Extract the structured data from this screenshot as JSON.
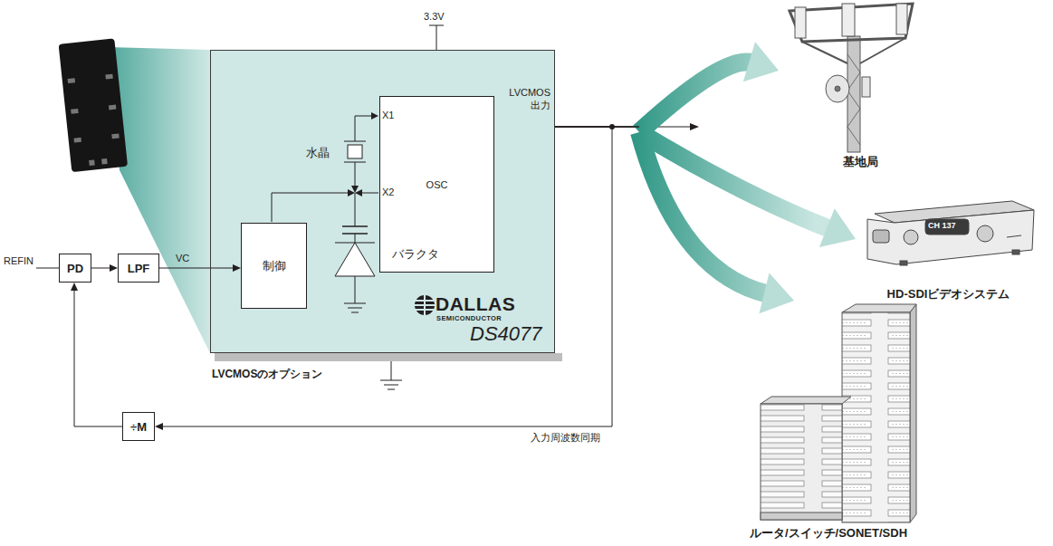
{
  "diagram": {
    "nodes": [
      {
        "text": [
          "PD"
        ]
      },
      {
        "text": [
          "LPF"
        ]
      },
      {
        "text": [
          "DALLAS",
          "SEMICONDUCTOR",
          "DS4077"
        ]
      },
      {
        "text": [
          "制御"
        ],
        "in": 2
      },
      {
        "text": [
          "OSC"
        ],
        "in": 2
      },
      {
        "text": [
          "÷M"
        ]
      },
      {
        "text": [
          "基地局"
        ]
      },
      {
        "text": [
          "HD-SDIビデオシステム"
        ]
      },
      {
        "text": [
          "ルータ/スイッチ/SONET/SDH"
        ]
      }
    ],
    "edges": [
      {
        "from": 0,
        "to": 1,
        "arrow": "to"
      },
      {
        "from": 1,
        "to": 3,
        "label": "VC",
        "arrow": "to"
      },
      {
        "from": 2,
        "to": 5,
        "label": "入力周波数同期",
        "arrow": "to"
      },
      {
        "from": 5,
        "to": 0,
        "arrow": "to"
      },
      {
        "from": 2,
        "to": 6,
        "arrow": "to"
      },
      {
        "from": 2,
        "to": 7,
        "arrow": "to"
      },
      {
        "from": 2,
        "to": 8,
        "arrow": "to"
      }
    ],
    "labels": [
      "3.3V",
      "X1",
      "X2",
      "水晶",
      "バラクタ",
      "LVCMOS 出力",
      "REFIN",
      "LVCMOSのオプション",
      "CH 137"
    ]
  }
}
